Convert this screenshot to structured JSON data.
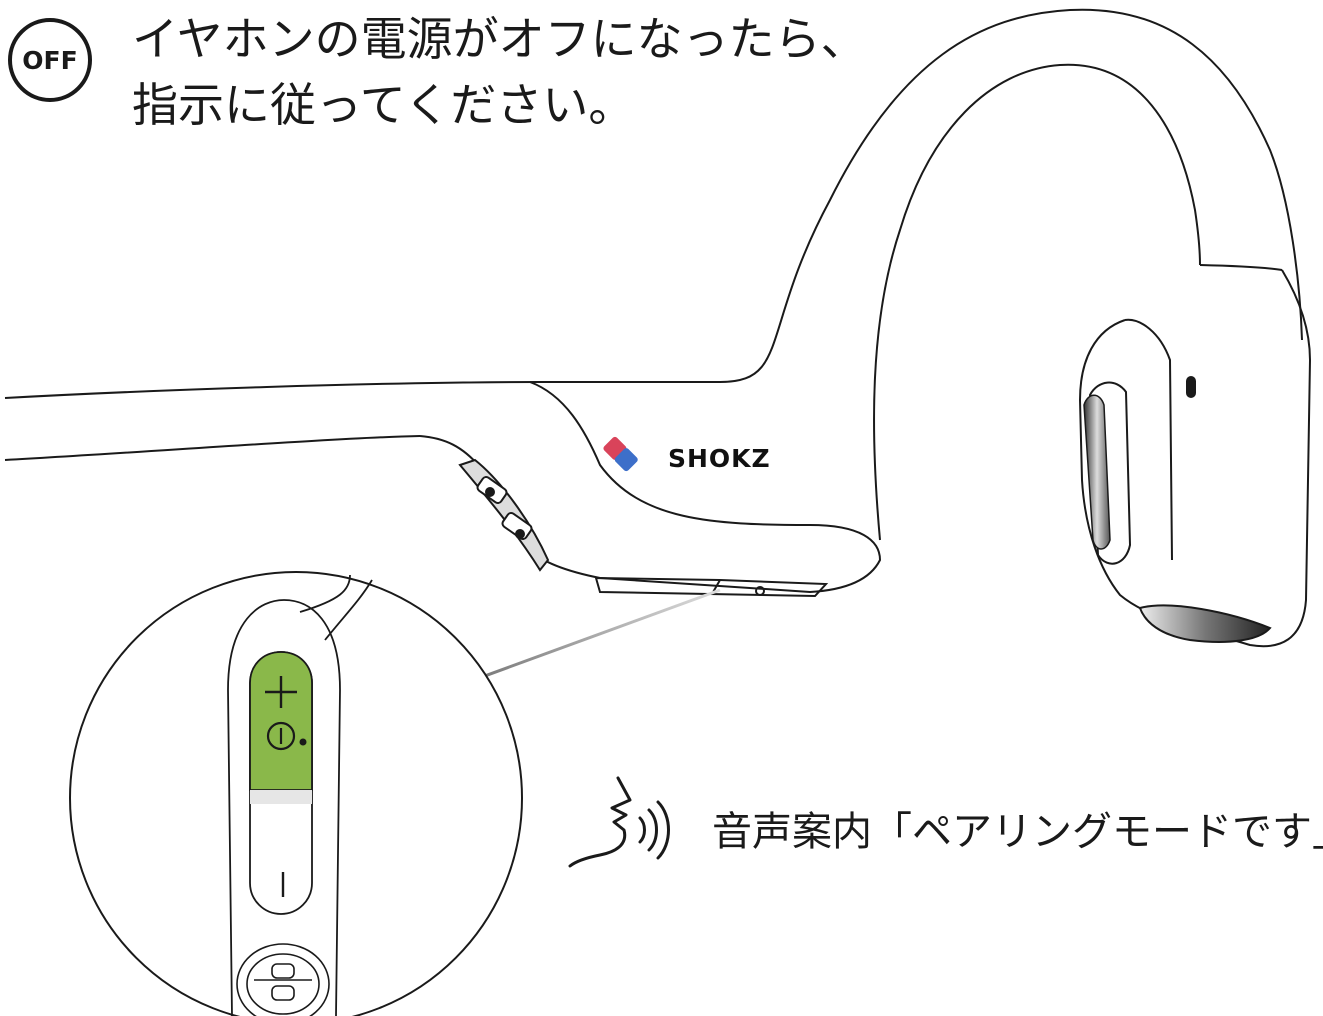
{
  "badge": {
    "label": "OFF"
  },
  "instruction": {
    "line1": "イヤホンの電源がオフになったら、",
    "line2": "指示に従ってください。"
  },
  "device": {
    "brand": "SHOKZ"
  },
  "zoom": {
    "plus_symbol": "+",
    "power_symbol": "①",
    "minus_symbol": "|"
  },
  "voice_prompt": {
    "text": "音声案内「ペアリングモードです」"
  },
  "colors": {
    "button_highlight": "#8ab84a",
    "outline": "#1a1a1a",
    "led_red": "#d9435a",
    "led_blue": "#3d6fc9"
  }
}
